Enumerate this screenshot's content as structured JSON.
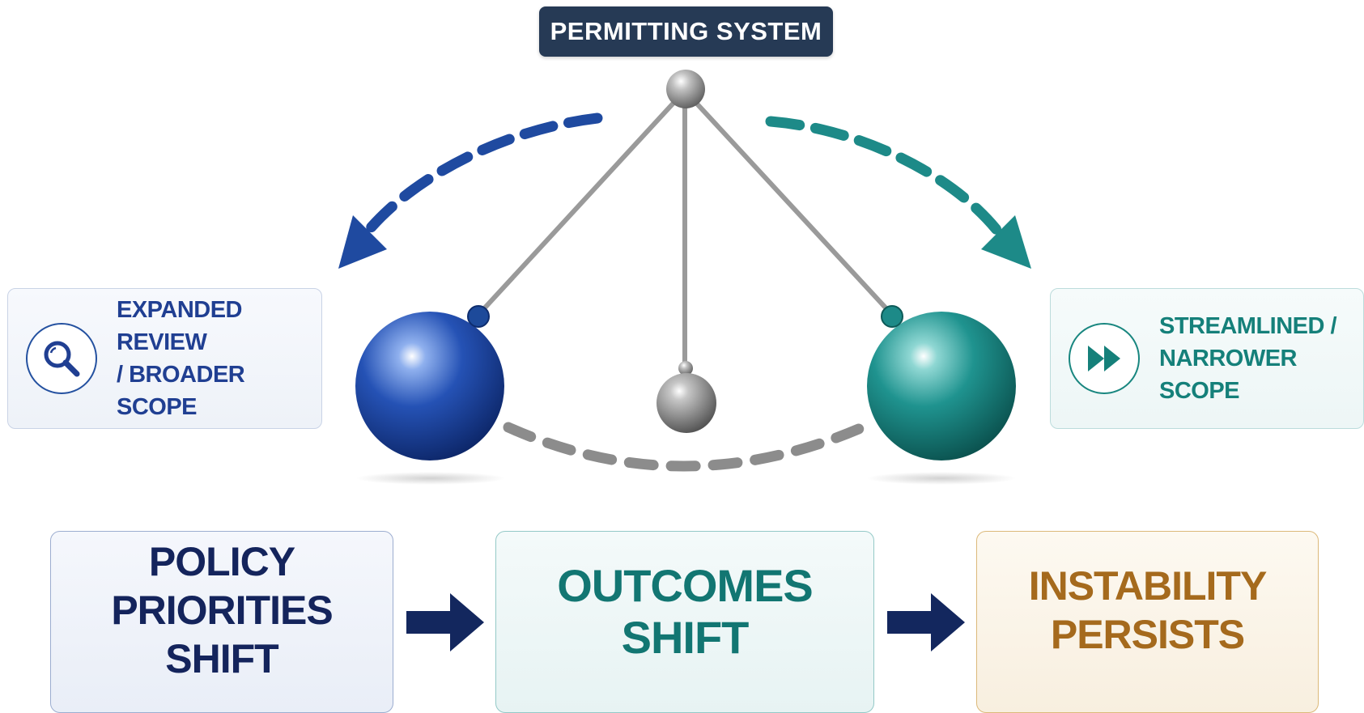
{
  "title": "PERMITTING SYSTEM",
  "left_card": {
    "icon": "magnifier-icon",
    "line1": "EXPANDED REVIEW",
    "line2": "/ BROADER SCOPE",
    "color": "#203f92"
  },
  "right_card": {
    "icon": "fast-forward-icon",
    "line1": "STREAMLINED /",
    "line2": "NARROWER SCOPE",
    "color": "#15807a"
  },
  "flow": {
    "policy": {
      "line1": "POLICY",
      "line2": "PRIORITIES SHIFT",
      "color": "#14245c"
    },
    "outcomes": {
      "line1": "OUTCOMES SHIFT",
      "color": "#127672"
    },
    "instability": {
      "line1": "INSTABILITY",
      "line2": "PERSISTS",
      "color": "#a56a1d"
    }
  },
  "colors": {
    "left_swing": "#1f4aa0",
    "right_swing": "#1d8a88",
    "neutral": "#8c8c8c",
    "arrow": "#13275e"
  }
}
